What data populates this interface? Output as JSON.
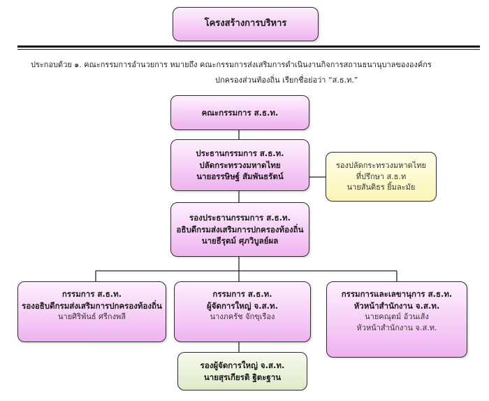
{
  "title": "โครงสร้างการบริหาร",
  "intro": {
    "line1": "ประกอบด้วย ๑. คณะกรรมการอำนวยการ หมายถึง คณะกรรมการส่งเสริมการดำเนินงานกิจการสถานธนานุบาลขององค์กร",
    "line2": "ปกครองส่วนท้องถิ่น เรียกชื่อย่อว่า   “ส.ธ.ท.”"
  },
  "committee": {
    "label": "คณะกรรมการ ส.ธ.ท."
  },
  "chair": {
    "line1": "ประธานกรรมการ ส.ธ.ท.",
    "line2": "ปลัดกระทรวงมหาดไทย",
    "line3": "นายอรรษิษฐ์  สัมพันธรัตน์"
  },
  "advisor": {
    "line1": "รองปลัดกระทรวงมหาดไทย",
    "line2": "ที่ปรึกษา ส.ธ.ท",
    "line3": "นายสันติธร  ยิ้มละมัย"
  },
  "vice_chair": {
    "line1": "รองประธานกรรมการ ส.ธ.ท.",
    "line2": "อธิบดีกรมส่งเสริมการปกครองท้องถิ่น",
    "line3": "นายธีรุตม์  ศุภวิบูลย์ผล"
  },
  "member_left": {
    "line1": "กรรมการ ส.ธ.ท.",
    "line2": "รองอธิบดีกรมส่งเสริมการปกครองท้องถิ่น",
    "line3": "นายศิริพันธ์  ศรีกงพลี"
  },
  "member_center": {
    "line1": "กรรมการ ส.ธ.ท.",
    "line2": "ผู้จัดการใหญ่ จ.ส.ท.",
    "line3": "นางภครัช  จักขุเรือง"
  },
  "member_right": {
    "line1": "กรรมการและเลขานุการ ส.ธ.ท.",
    "line2": "หัวหน้าสำนักงาน จ.ส.ท.",
    "line3": "นายคณุตม์  อ้วนเส้ง",
    "line4": "หัวหน้าสำนักงาน จ.ส.ท."
  },
  "deputy_manager": {
    "line1": "รองผู้จัดการใหญ่ จ.ส.ท.",
    "line2": "นายสุรเกียรติ  ฐิตะฐาน"
  }
}
